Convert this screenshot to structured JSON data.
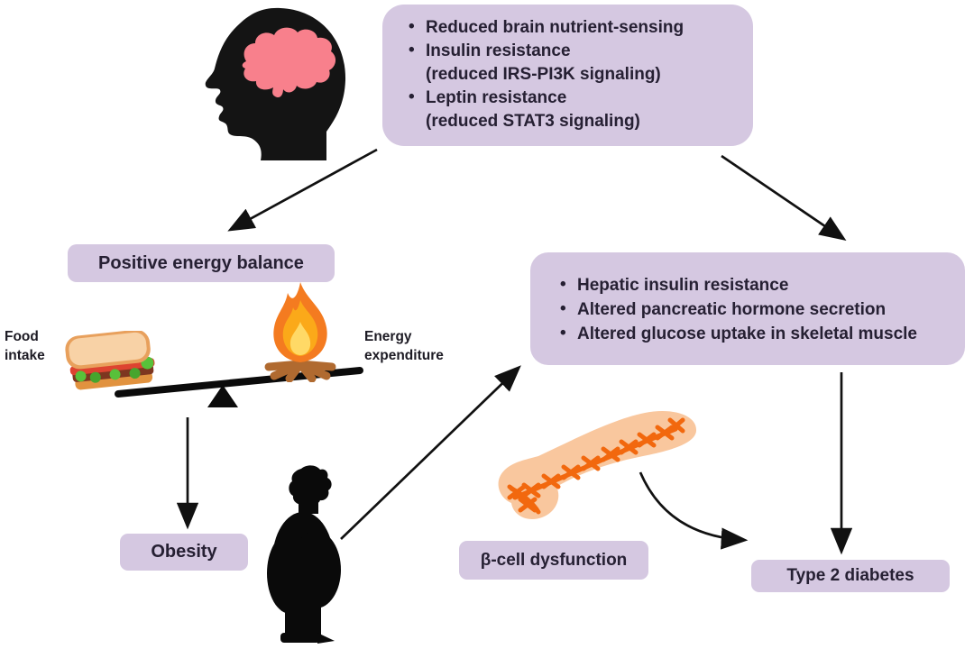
{
  "colors": {
    "box_fill": "#d5c8e1",
    "box_text": "#262033",
    "arrow_black": "#111111",
    "brain_pink": "#f8808c",
    "head_black": "#141414",
    "pancreas_fill": "#f9c79e",
    "pancreas_scribble": "#f2680e",
    "flame_outer": "#f47b20",
    "flame_mid": "#fba919",
    "flame_inner": "#ffd966",
    "log_brown": "#b06a30"
  },
  "boxes": {
    "brain_effects": {
      "items": [
        {
          "line1": "Reduced brain nutrient-sensing",
          "line2": ""
        },
        {
          "line1": "Insulin resistance",
          "line2": "(reduced IRS-PI3K signaling)"
        },
        {
          "line1": "Leptin resistance",
          "line2": "(reduced STAT3 signaling)"
        }
      ]
    },
    "positive_energy_balance": "Positive energy balance",
    "peripheral_effects": {
      "items": [
        "Hepatic insulin resistance",
        "Altered pancreatic hormone secretion",
        "Altered glucose uptake in skeletal muscle"
      ]
    },
    "obesity": "Obesity",
    "beta_cell_dysfunction": "β-cell dysfunction",
    "type_2_diabetes": "Type 2 diabetes"
  },
  "labels": {
    "food_intake": [
      "Food",
      "intake"
    ],
    "energy_expenditure": [
      "Energy",
      "expenditure"
    ]
  },
  "icons": {
    "head": "human-head-with-brain",
    "sandwich": "sandwich",
    "fire": "campfire",
    "seesaw": "seesaw-balance",
    "person": "obese-person-silhouette",
    "pancreas": "pancreas"
  }
}
